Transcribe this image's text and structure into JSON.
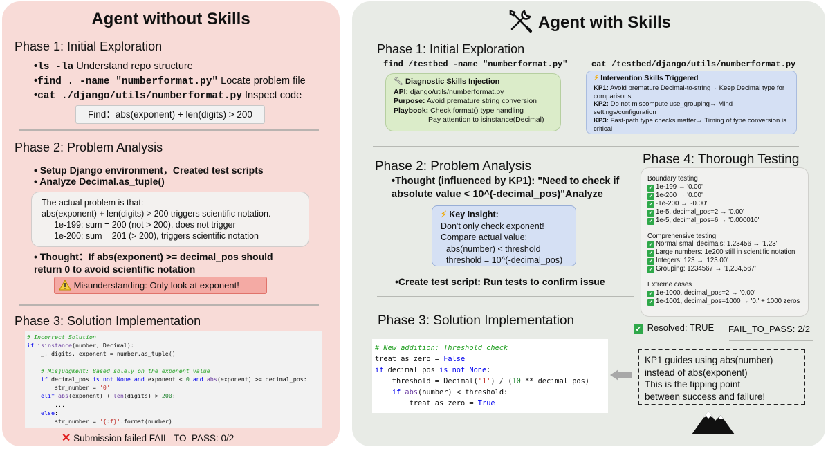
{
  "left": {
    "title": "Agent without Skills",
    "phase1": {
      "title": "Phase 1: Initial Exploration",
      "items": [
        {
          "cmd": "ls -la",
          "desc": "Understand repo structure"
        },
        {
          "cmd": "find . -name \"numberformat.py\"",
          "desc": "Locate problem file"
        },
        {
          "cmd": "cat ./django/utils/numberformat.py",
          "desc": "Inspect code"
        }
      ],
      "find_box": "Find：abs(exponent) + len(digits) > 200"
    },
    "phase2": {
      "title": "Phase 2: Problem Analysis",
      "bullets": [
        "Setup Django environment，Created test scripts",
        "Analyze Decimal.as_tuple()"
      ],
      "box_lines": [
        "The actual problem is that:",
        "abs(exponent) + len(digits) > 200 triggers scientific notation.",
        "1e-199: sum = 200 (not > 200), does not trigger",
        "1e-200: sum = 201 (> 200), triggers scientific notation"
      ],
      "thought_line1": "Thought：If abs(exponent) >= decimal_pos should",
      "thought_line2": "return 0 to avoid scientific notation",
      "warning": "Misunderstanding: Only look at exponent!"
    },
    "phase3": {
      "title": "Phase 3: Solution Implementation",
      "comment1": "# Incorrect Solution",
      "comment2": "# Misjudgment: Based solely on the exponent value",
      "failed": "Submission failed  FAIL_TO_PASS: 0/2"
    }
  },
  "right": {
    "title": "Agent with Skills",
    "phase1": {
      "title": "Phase 1: Initial Exploration",
      "cmd1": "find /testbed -name \"numberformat.py\"",
      "cmd2": "cat /testbed/django/utils/numberformat.py",
      "diag": {
        "title": "Diagnostic Skills Injection",
        "api_label": "API:",
        "api": "django/utils/numberformat.py",
        "purpose_label": "Purpose:",
        "purpose": "Avoid premature string conversion",
        "playbook_label": "Playbook:",
        "playbook1": "Check format() type handling",
        "playbook2": "Pay attention to isinstance(Decimal)"
      },
      "intervention": {
        "title": "Intervention Skills Triggered",
        "kp1_label": "KP1:",
        "kp1a": "Avoid premature Decimal-to-string→ Keep Decimal type for",
        "kp1b": "comparisons",
        "kp2_label": "KP2:",
        "kp2a": "Do not miscompute use_grouping→ Mind",
        "kp2b": "settings/configuration",
        "kp3_label": "KP3:",
        "kp3a": "Fast-path type checks matter→ Timing of type conversion is",
        "kp3b": "critical"
      }
    },
    "phase2": {
      "title": "Phase 2: Problem Analysis",
      "thought1": "•Thought (influenced by KP1):  \"Need to check if",
      "thought2": "absolute value < 10^(-decimal_pos)\"Analyze",
      "insight": {
        "title": "Key Insight:",
        "lines": [
          "Don't only check exponent!",
          "Compare actual value:",
          "abs(number) < threshold",
          "threshold = 10^(-decimal_pos)"
        ]
      },
      "create": "•Create test script: Run tests to confirm issue"
    },
    "phase3": {
      "title": "Phase 3: Solution Implementation",
      "comment": "# New addition: Threshold check"
    },
    "phase4": {
      "title": "Phase 4: Thorough Testing",
      "groups": [
        {
          "label": "Boundary testing",
          "items": [
            "1e-199 → '0.00'",
            "1e-200 → '0.00'",
            "-1e-200 → '-0.00'",
            "1e-5, decimal_pos=2 → '0.00'",
            "1e-5, decimal_pos=6 → '0.000010'"
          ]
        },
        {
          "label": "Comprehensive testing",
          "items": [
            "Normal small decimals: 1.23456 → '1.23'",
            "Large numbers: 1e200 still in scientific notation",
            "Integers: 123 → '123.00'",
            "Grouping: 1234567 → '1,234,567'"
          ]
        },
        {
          "label": "Extreme cases",
          "items": [
            "1e-1000, decimal_pos=2 → '0.00'",
            "1e-1001, decimal_pos=1000 → '0.' + 1000 zeros"
          ]
        }
      ],
      "resolved": "Resolved: TRUE",
      "fail_to_pass": "FAIL_TO_PASS: 2/2"
    },
    "tipping": [
      "KP1 guides using abs(number)",
      "instead of abs(exponent)",
      "This is the tipping point",
      "between success and failure!"
    ]
  },
  "colors": {
    "left_bg": "#f8dbd7",
    "right_bg": "#e8ebe6",
    "diag_box": "#dbecc9",
    "insight_box": "#d5e0f4",
    "warning_box": "#f4aaa4"
  }
}
